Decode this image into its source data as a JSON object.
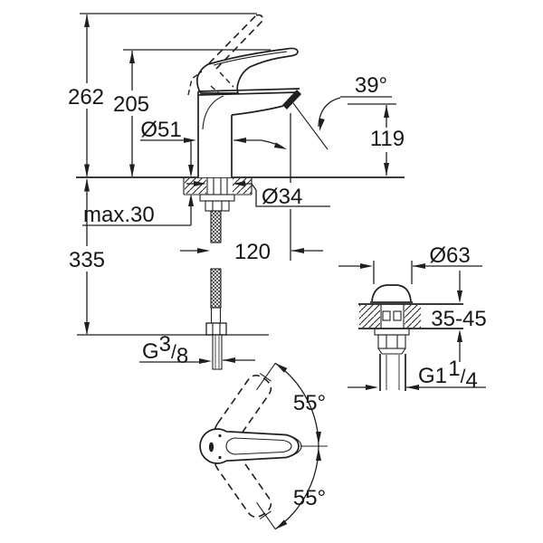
{
  "drawing": {
    "front_view": {
      "total_height": "262",
      "height_to_lever": "205",
      "body_diameter": "Ø51",
      "max_deck_thickness": "max.30",
      "hole_diameter": "Ø34",
      "below_deck_length": "335",
      "spout_reach": "120",
      "outlet_height": "119",
      "spout_angle": "39°",
      "supply_thread": {
        "prefix": "G",
        "numerator": "3",
        "slash": "/",
        "denominator": "8"
      }
    },
    "waste_view": {
      "flange_diameter": "Ø63",
      "deck_thickness_range": "35-45",
      "outlet_thread": {
        "prefix": "G1",
        "numerator": "1",
        "slash": "/",
        "denominator": "4"
      }
    },
    "top_view": {
      "lever_swing_upper": "55°",
      "lever_swing_lower": "55°"
    }
  }
}
